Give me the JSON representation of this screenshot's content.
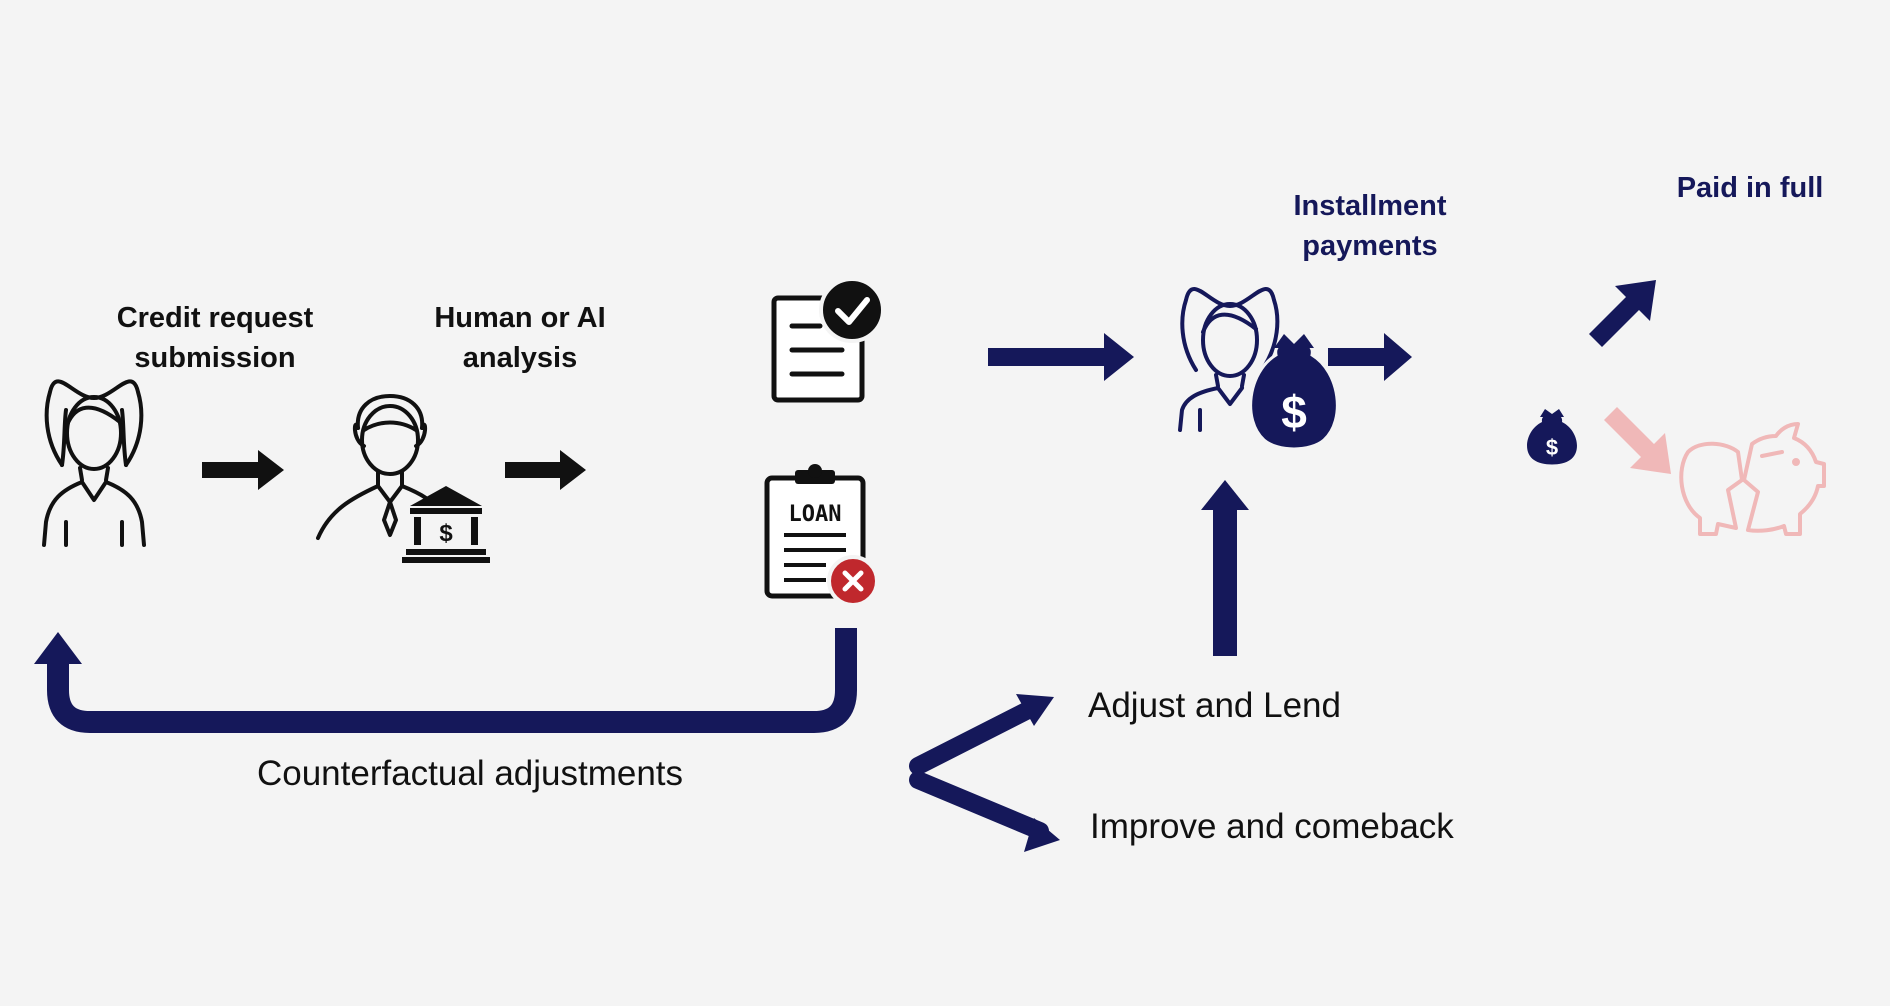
{
  "steps": {
    "credit_request": [
      "Credit request",
      "submission"
    ],
    "analysis": [
      "Human or AI",
      "analysis"
    ],
    "installments": [
      "Installment",
      "payments"
    ],
    "paid_in_full": "Paid in full"
  },
  "feedback": {
    "loop_label": "Counterfactual adjustments",
    "option_lend": "Adjust and Lend",
    "option_improve": "Improve and comeback"
  },
  "icons": {
    "loan_document": "LOAN",
    "currency": "$"
  },
  "colors": {
    "navy": "#15185a",
    "black": "#111111",
    "reject_red": "#c0282d",
    "faded_pink": "#f0b8b8",
    "background": "#f4f4f4"
  }
}
